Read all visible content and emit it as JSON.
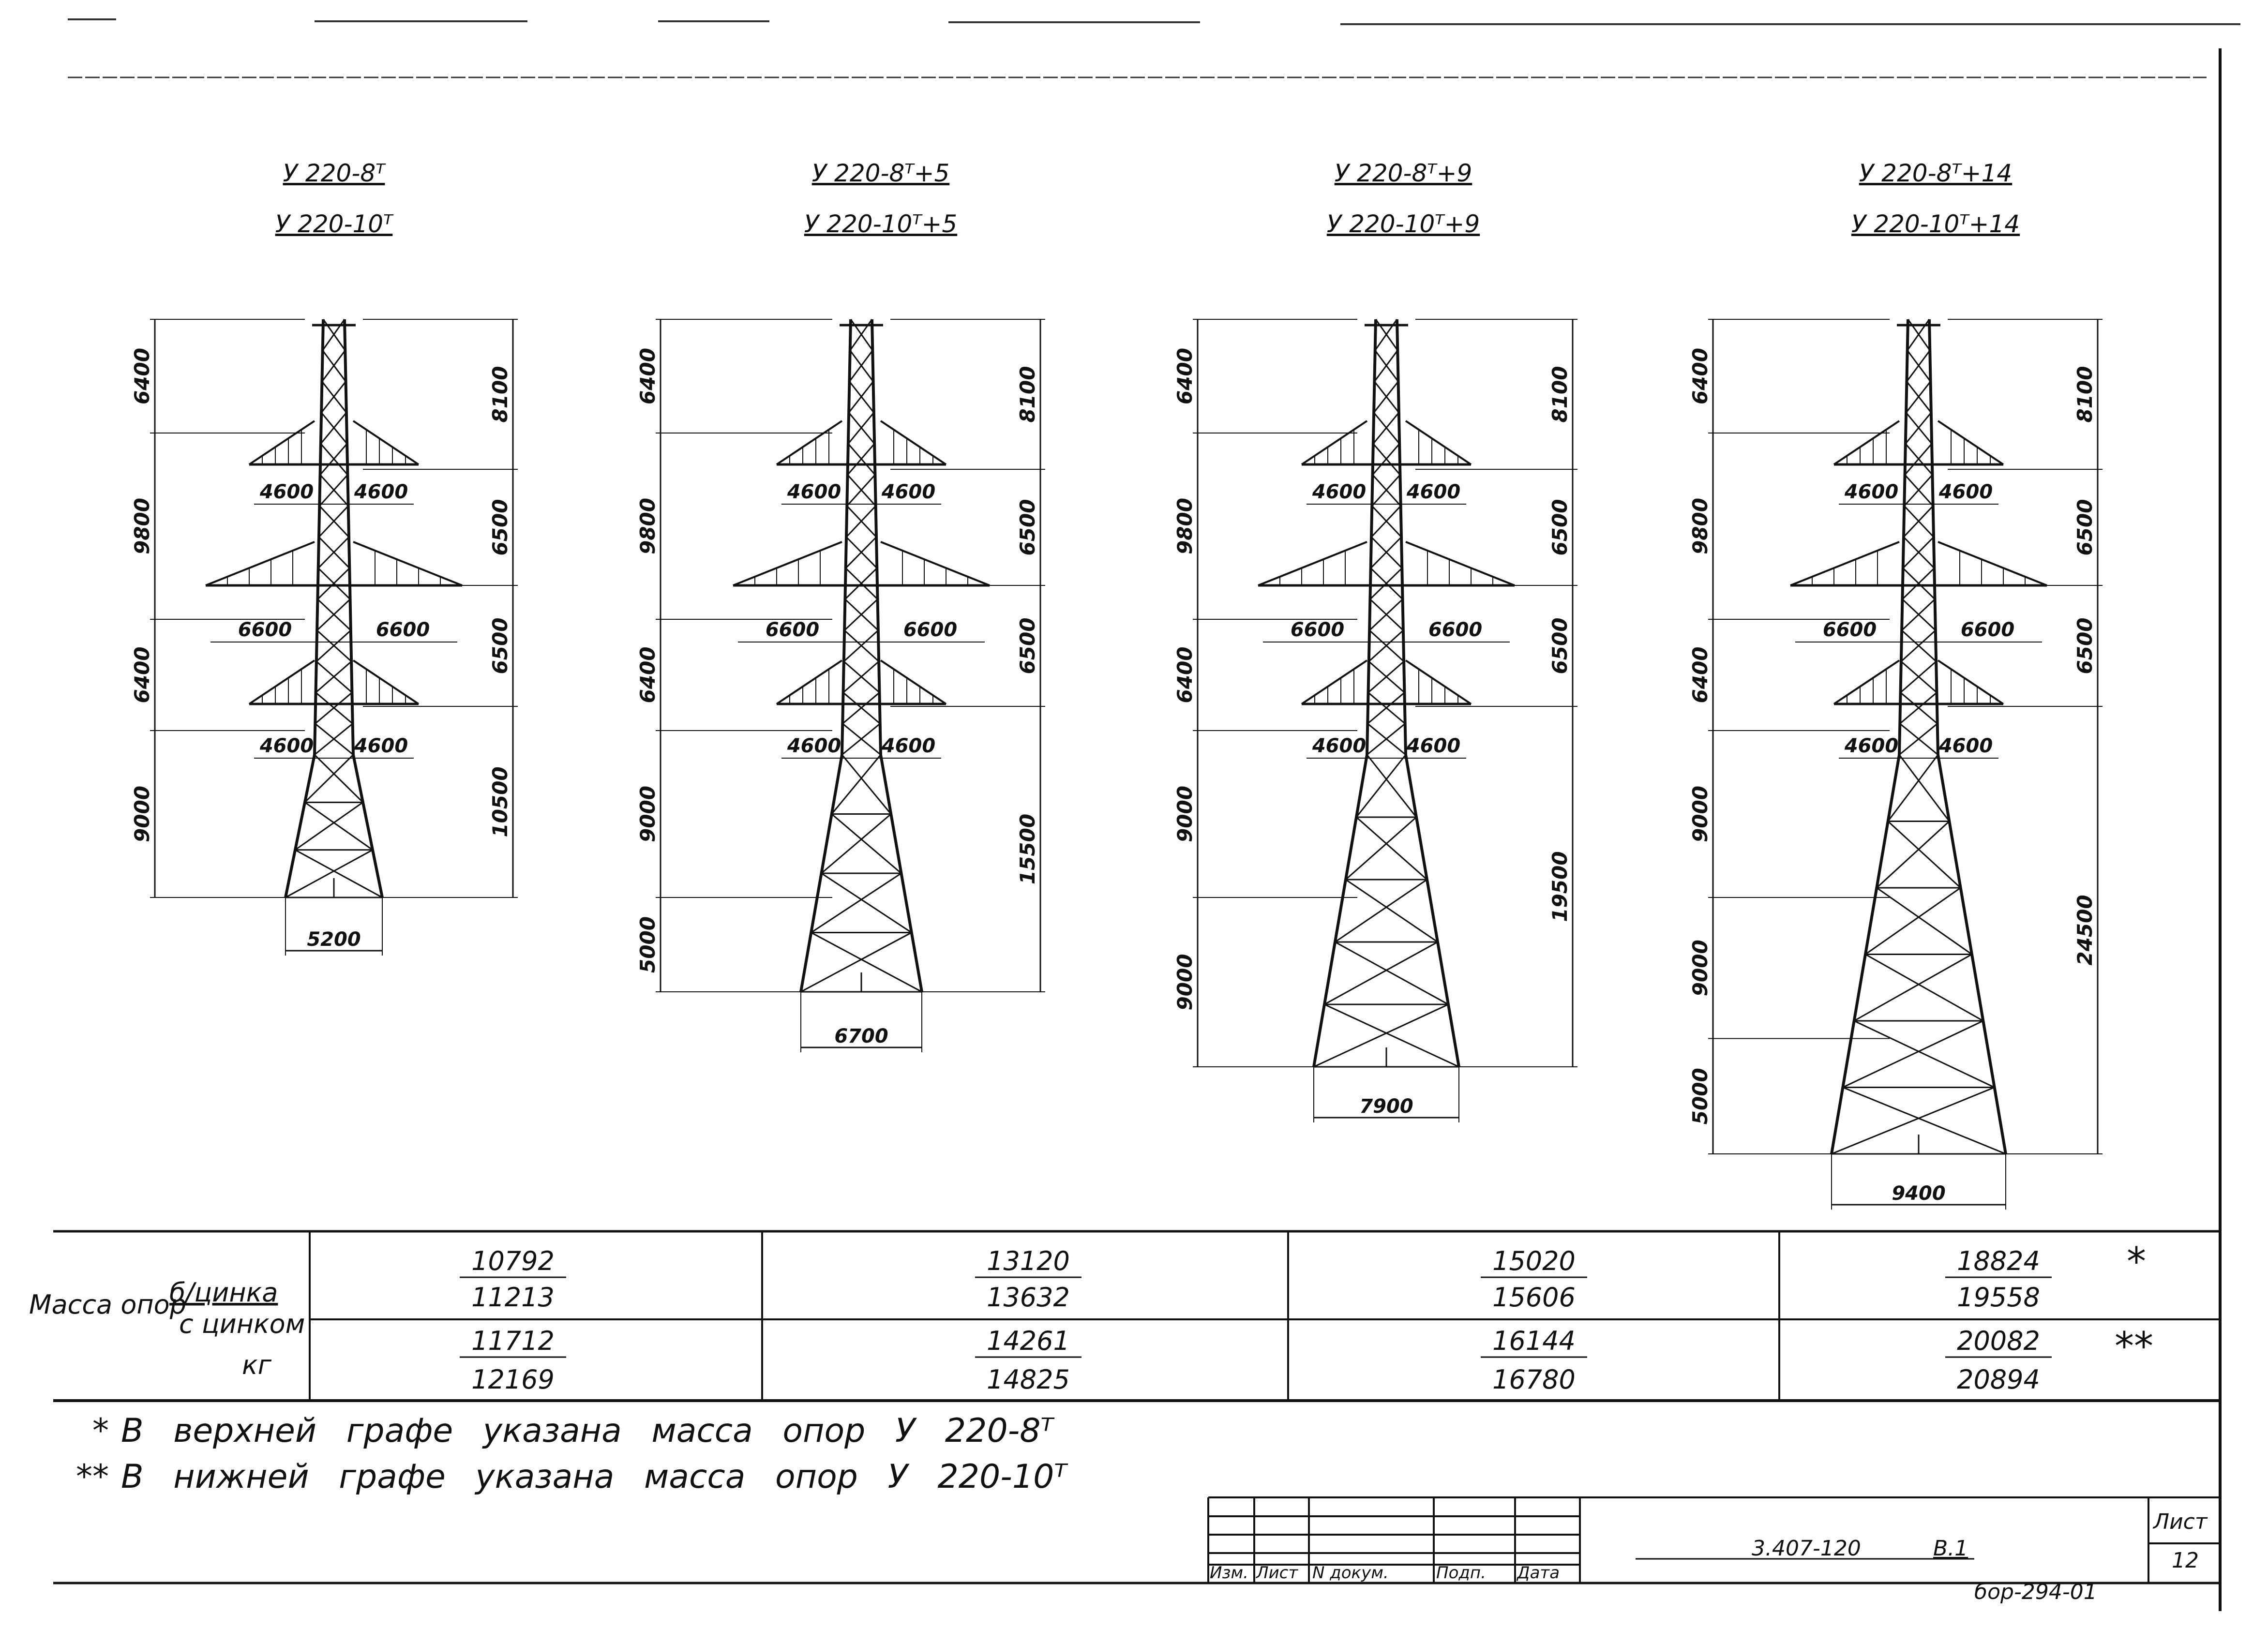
{
  "towers": [
    {
      "title_top": "У 220-8ᵀ",
      "title_bottom": "У 220-10ᵀ",
      "left_dims": [
        "6400",
        "9800",
        "6400",
        "9000"
      ],
      "right_dims": [
        "8100",
        "6500",
        "6500",
        "10500"
      ],
      "arm_upper": [
        "4600",
        "4600"
      ],
      "arm_middle": [
        "6600",
        "6600"
      ],
      "arm_lower": [
        "4600",
        "4600"
      ],
      "base_width": "5200"
    },
    {
      "title_top": "У 220-8ᵀ+5",
      "title_bottom": "У 220-10ᵀ+5",
      "left_dims": [
        "6400",
        "9800",
        "6400",
        "9000",
        "5000"
      ],
      "right_dims": [
        "8100",
        "6500",
        "6500",
        "15500"
      ],
      "arm_upper": [
        "4600",
        "4600"
      ],
      "arm_middle": [
        "6600",
        "6600"
      ],
      "arm_lower": [
        "4600",
        "4600"
      ],
      "base_width": "6700"
    },
    {
      "title_top": "У 220-8ᵀ+9",
      "title_bottom": "У 220-10ᵀ+9",
      "left_dims": [
        "6400",
        "9800",
        "6400",
        "9000",
        "9000"
      ],
      "right_dims": [
        "8100",
        "6500",
        "6500",
        "19500"
      ],
      "arm_upper": [
        "4600",
        "4600"
      ],
      "arm_middle": [
        "6600",
        "6600"
      ],
      "arm_lower": [
        "4600",
        "4600"
      ],
      "base_width": "7900"
    },
    {
      "title_top": "У 220-8ᵀ+14",
      "title_bottom": "У 220-10ᵀ+14",
      "left_dims": [
        "6400",
        "9800",
        "6400",
        "9000",
        "9000",
        "5000"
      ],
      "right_dims": [
        "8100",
        "6500",
        "6500",
        "24500"
      ],
      "arm_upper": [
        "4600",
        "4600"
      ],
      "arm_middle": [
        "6600",
        "6600"
      ],
      "arm_lower": [
        "4600",
        "4600"
      ],
      "base_width": "9400"
    }
  ],
  "mass_table": {
    "label_line1": "Масса опор",
    "label_bzinc": "б/цинка",
    "label_zinc": "с цинком",
    "label_unit": "кг",
    "without_zinc": [
      [
        "10792",
        "11213"
      ],
      [
        "13120",
        "13632"
      ],
      [
        "15020",
        "15606"
      ],
      [
        "18824",
        "19558"
      ]
    ],
    "with_zinc": [
      [
        "11712",
        "12169"
      ],
      [
        "14261",
        "14825"
      ],
      [
        "16144",
        "16780"
      ],
      [
        "20082",
        "20894"
      ]
    ],
    "mark_top": "*",
    "mark_bottom": "**"
  },
  "notes": [
    {
      "mark": "*",
      "text": "В верхней графе указана масса опор У 220-8ᵀ"
    },
    {
      "mark": "**",
      "text": "В нижней графе указана масса опор У 220-10ᵀ"
    }
  ],
  "title_block": {
    "col_labels": [
      "Изм.",
      "Лист",
      "N докум.",
      "Подп.",
      "Дата"
    ],
    "doc_number": "3.407-120",
    "doc_section": "В.1",
    "sheet_label": "Лист",
    "sheet_number": "12",
    "archive_code": "бор-294-01"
  }
}
